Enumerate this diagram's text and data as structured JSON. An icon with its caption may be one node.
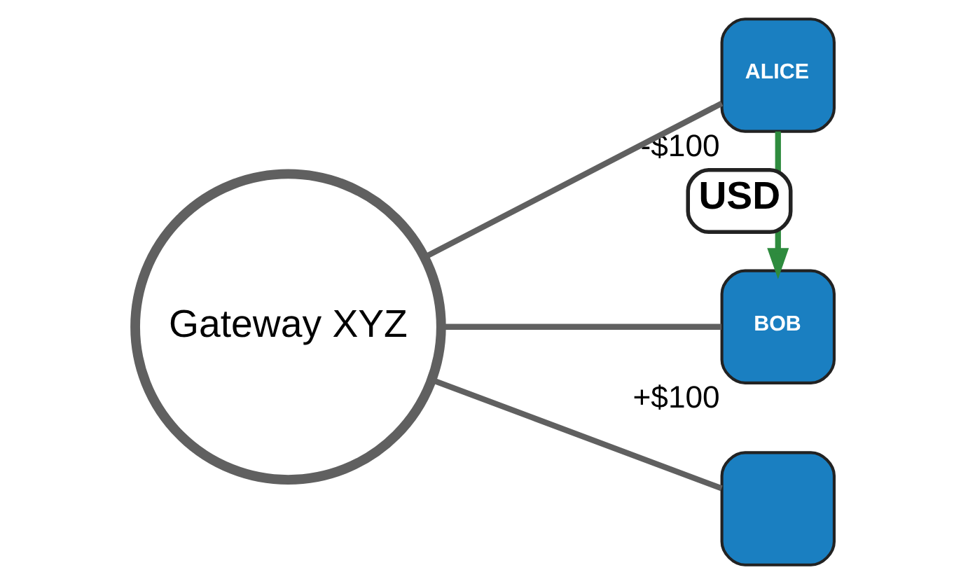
{
  "diagram": {
    "nodes": [
      {
        "text": [
          "Gateway XYZ"
        ]
      },
      {
        "text": [
          "ALICE"
        ],
        "beside": [
          "-$100"
        ]
      },
      {
        "text": [
          "BOB"
        ],
        "beside": [
          "+$100"
        ]
      },
      {
        "text": [],
        "shape": "box"
      }
    ],
    "edges": [
      {
        "from": 0,
        "to": 1,
        "arrow": "none"
      },
      {
        "from": 0,
        "to": 2,
        "arrow": "none"
      },
      {
        "from": 0,
        "to": 3,
        "arrow": "none"
      },
      {
        "from": 1,
        "to": 2,
        "arrow": "to",
        "label": "USD",
        "color": "#2e8b3e"
      }
    ]
  }
}
